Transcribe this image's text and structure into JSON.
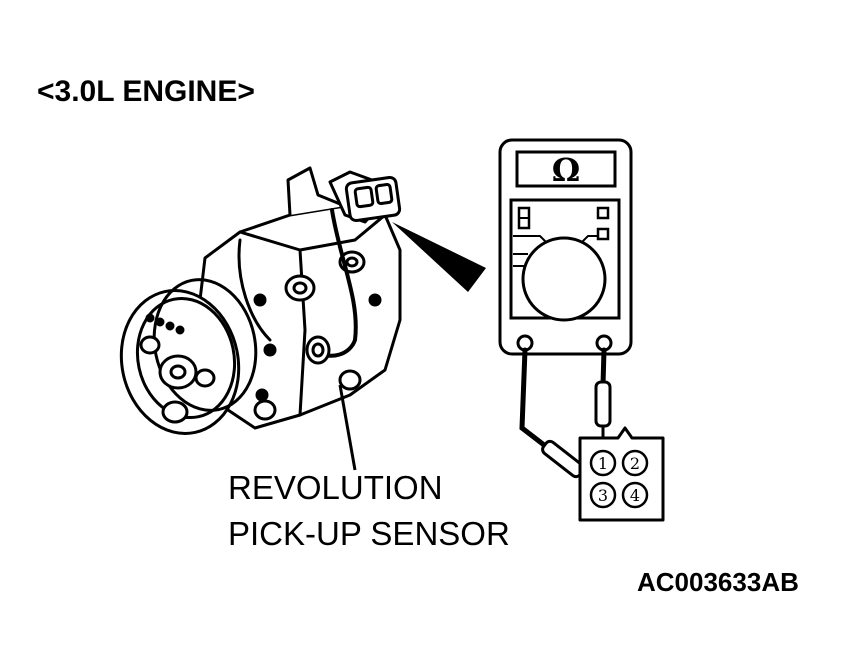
{
  "title": "<3.0L ENGINE>",
  "sensor_label_line1": "REVOLUTION",
  "sensor_label_line2": "PICK-UP SENSOR",
  "figure_code": "AC003633AB",
  "meter": {
    "unit_symbol": "Ω"
  },
  "connector": {
    "pins": [
      "1",
      "2",
      "3",
      "4"
    ]
  },
  "colors": {
    "ink": "#000000",
    "paper": "#ffffff"
  }
}
